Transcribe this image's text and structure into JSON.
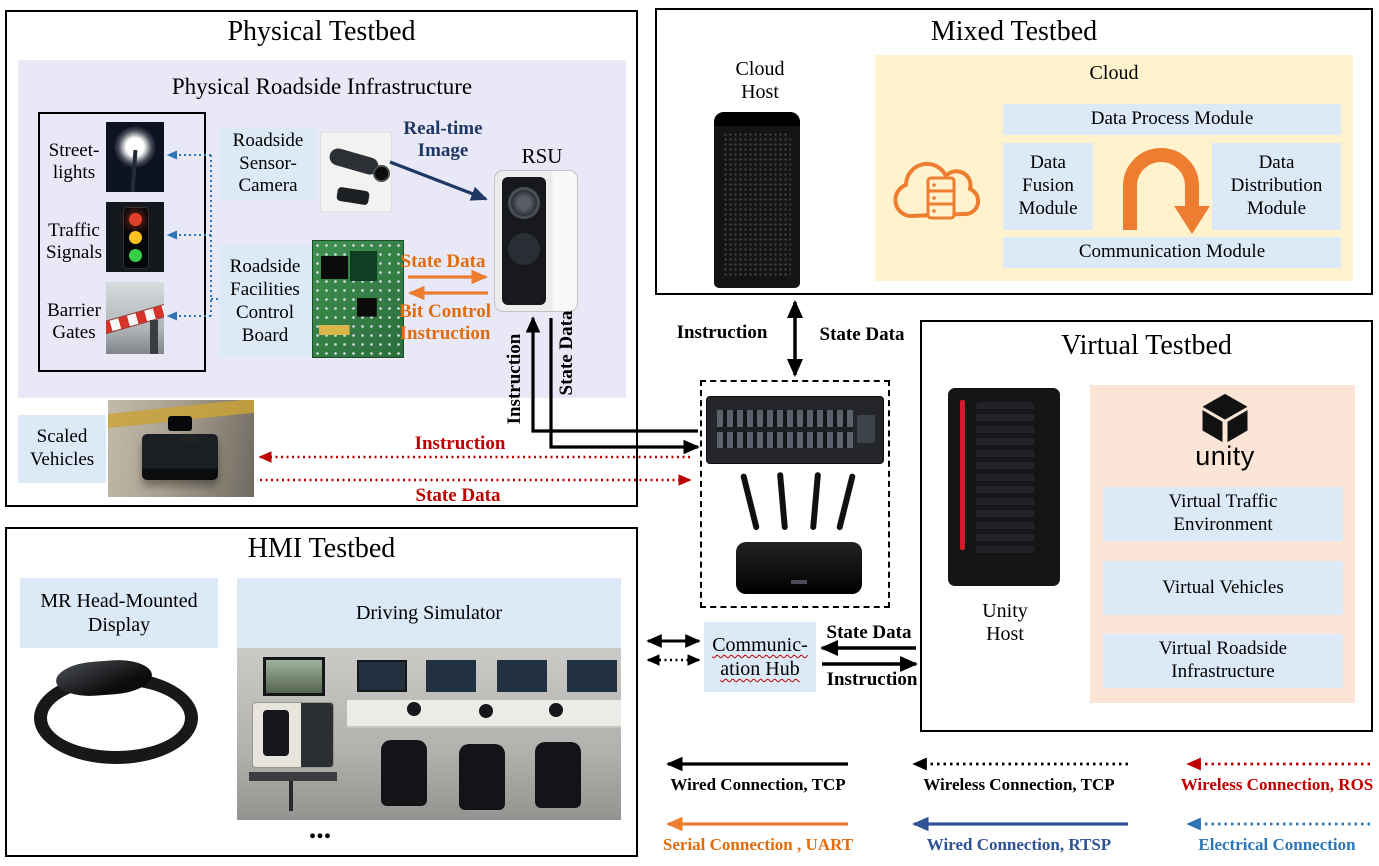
{
  "physical": {
    "title": "Physical Testbed",
    "infra_title": "Physical Roadside Infrastructure",
    "items": [
      "Street-lights",
      "Traffic Signals",
      "Barrier Gates"
    ],
    "sensor_camera": "Roadside Sensor-Camera",
    "control_board": "Roadside Facilities Control Board",
    "rsu": "RSU",
    "realtime_image": "Real-time Image",
    "state_data": "State Data",
    "bit_control": "Bit Control Instruction",
    "scaled_vehicles": "Scaled Vehicles",
    "vehicle_instruction": "Instruction",
    "vehicle_state_data": "State Data",
    "rsu_instruction": "Instruction",
    "rsu_state_data": "State Data"
  },
  "mixed": {
    "title": "Mixed Testbed",
    "cloud_host": "Cloud Host",
    "cloud_title": "Cloud",
    "data_process": "Data Process Module",
    "data_fusion": "Data Fusion Module",
    "data_distribution": "Data Distribution Module",
    "communication": "Communication Module",
    "instruction": "Instruction",
    "state_data": "State Data"
  },
  "virtual": {
    "title": "Virtual Testbed",
    "unity_host": "Unity Host",
    "unity_wordmark": "unity",
    "modules": [
      "Virtual Traffic Environment",
      "Virtual Vehicles",
      "Virtual Roadside Infrastructure"
    ],
    "state_data": "State Data",
    "instruction": "Instruction"
  },
  "hub": {
    "line1": "Communic-",
    "line2": "ation Hub"
  },
  "hmi": {
    "title": "HMI Testbed",
    "mr_display": "MR Head-Mounted Display",
    "driving_simulator": "Driving Simulator",
    "ellipsis": "..."
  },
  "legend": {
    "wired_tcp": "Wired Connection, TCP",
    "wireless_tcp": "Wireless Connection, TCP",
    "wireless_ros": "Wireless Connection, ROS",
    "serial_uart": "Serial Connection , UART",
    "wired_rtsp": "Wired Connection, RTSP",
    "electrical": "Electrical Connection"
  },
  "colors": {
    "orange": "#ED7D31",
    "orange_text": "#E36C0A",
    "navy": "#1F3864",
    "red": "#C00000",
    "blue": "#2E75B6",
    "rtsp_blue": "#2F5496",
    "light_blue": "#DCE9F7",
    "lavender": "#E9E8F7",
    "cream": "#FFF2CC",
    "peach": "#FBE5D6"
  }
}
